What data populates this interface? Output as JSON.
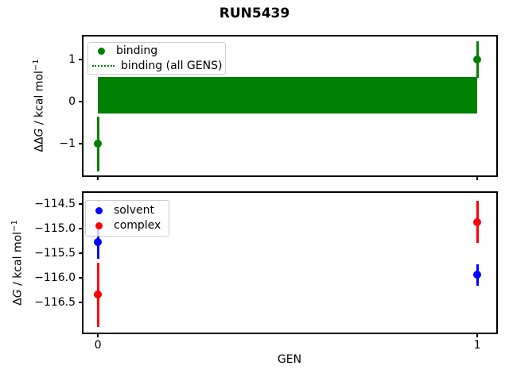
{
  "figure": {
    "title": "RUN5439",
    "xlabel": "GEN"
  },
  "colors": {
    "binding": "#008000",
    "solvent": "#0000ff",
    "complex": "#ff0000",
    "spine": "#000000",
    "legend_border": "#cccccc",
    "background": "#ffffff"
  },
  "chart_data": [
    {
      "type": "scatter",
      "name": "ddg-vs-gen",
      "ylabel": {
        "pre": "ΔΔ",
        "var": "G",
        "mid": " / kcal mol",
        "sup": "−1"
      },
      "xlim": [
        -0.04,
        1.05
      ],
      "ylim": [
        -1.76,
        1.56
      ],
      "yticks": [
        1,
        0,
        -1
      ],
      "yticklabels": [
        "1",
        "0",
        "−1"
      ],
      "xticks": [
        0,
        1
      ],
      "xticklabels": [],
      "grid": false,
      "legend_position": "upper-left",
      "legend": [
        "binding",
        "binding (all GENS)"
      ],
      "series": [
        {
          "name": "binding",
          "color": "#008000",
          "marker": "circle",
          "x": [
            0,
            1
          ],
          "y": [
            -1.0,
            1.0
          ],
          "yerr": [
            0.65,
            0.43
          ]
        }
      ],
      "band": {
        "name": "binding (all GENS)",
        "color": "#008000",
        "x_range": [
          0,
          1
        ],
        "y_lo": -0.27,
        "y_hi": 0.59,
        "mean": 0.16,
        "line_style": "dotted"
      }
    },
    {
      "type": "scatter",
      "name": "dg-vs-gen",
      "ylabel": {
        "pre": "Δ",
        "var": "G",
        "mid": " / kcal mol",
        "sup": "−1"
      },
      "xlabel": "GEN",
      "xlim": [
        -0.04,
        1.05
      ],
      "ylim": [
        -117.14,
        -114.25
      ],
      "yticks": [
        -114.5,
        -115.0,
        -115.5,
        -116.0,
        -116.5
      ],
      "yticklabels": [
        "−114.5",
        "−115.0",
        "−115.5",
        "−116.0",
        "−116.5"
      ],
      "xticks": [
        0,
        1
      ],
      "xticklabels": [
        "0",
        "1"
      ],
      "grid": false,
      "legend_position": "upper-left",
      "legend": [
        "solvent",
        "complex"
      ],
      "series": [
        {
          "name": "solvent",
          "color": "#0000ff",
          "marker": "circle",
          "x": [
            0,
            1
          ],
          "y": [
            -115.28,
            -115.94
          ],
          "yerr": [
            0.34,
            0.22
          ]
        },
        {
          "name": "complex",
          "color": "#ff0000",
          "marker": "circle",
          "x": [
            0,
            1
          ],
          "y": [
            -116.35,
            -114.86
          ],
          "yerr": [
            0.66,
            0.43
          ]
        }
      ]
    }
  ]
}
